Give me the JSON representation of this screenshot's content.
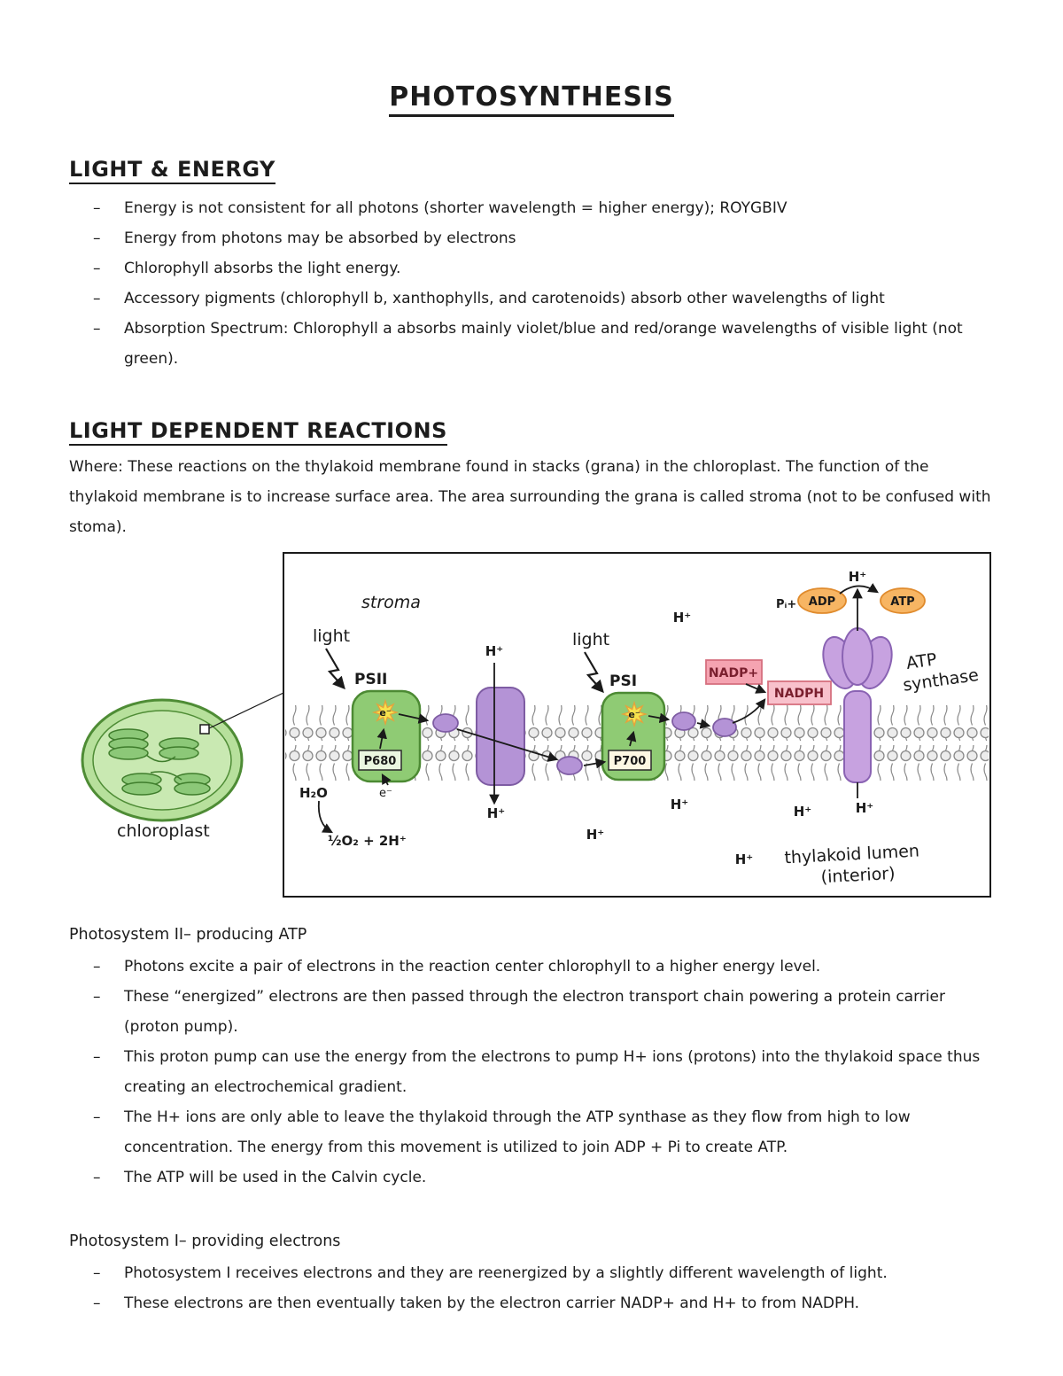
{
  "doc": {
    "title": "PHOTOSYNTHESIS",
    "bullet_dash": "–",
    "section1": {
      "heading": "LIGHT & ENERGY",
      "bullets": [
        "Energy is not consistent for all photons (shorter wavelength = higher energy); ROYGBIV",
        "Energy from photons may be absorbed by electrons",
        "Chlorophyll absorbs the light energy.",
        "Accessory pigments (chlorophyll b, xanthophylls, and carotenoids) absorb other wavelengths of light",
        "Absorption Spectrum: Chlorophyll a absorbs mainly violet/blue and red/orange wavelengths of visible light (not green)."
      ]
    },
    "section2": {
      "heading": "LIGHT DEPENDENT REACTIONS",
      "intro": "Where: These reactions on the thylakoid membrane found in stacks (grana) in the chloroplast. The function of the thylakoid membrane is to increase surface area. The area surrounding the grana is called stroma (not to be confused with stoma)."
    },
    "ps2": {
      "heading": "Photosystem II– producing ATP",
      "bullets": [
        "Photons excite a pair of electrons in the reaction center chlorophyll to a higher energy level.",
        "These “energized” electrons are then passed through the electron transport chain powering a protein carrier (proton pump).",
        "This proton pump can use the energy from the electrons to pump H+ ions (protons) into the thylakoid space thus creating an electrochemical gradient.",
        "The H+ ions are only able to leave the thylakoid through the ATP synthase as they flow from high to low concentration. The energy from this movement is utilized to join ADP + Pi to create ATP.",
        "The ATP will be used in the Calvin cycle."
      ]
    },
    "ps1": {
      "heading": "Photosystem I– providing electrons",
      "bullets": [
        "Photosystem I receives electrons and they are reenergized by a slightly different wavelength of light.",
        "These electrons are then eventually taken by the electron carrier NADP+ and H+ to from NADPH."
      ]
    }
  },
  "diagram": {
    "labels": {
      "stroma": "stroma",
      "light": "light",
      "psii": "PSII",
      "psi": "PSI",
      "p680": "P680",
      "p700": "P700",
      "electron": "e⁻",
      "hplus": "H⁺",
      "h2o": "H₂O",
      "water_products": "½O₂ + 2H⁺",
      "nadp": "NADP+",
      "nadph": "NADPH",
      "pi": "Pᵢ+",
      "adp": "ADP",
      "atp": "ATP",
      "atp_synthase_line1": "ATP",
      "atp_synthase_line2": "synthase",
      "lumen_line1": "thylakoid lumen",
      "lumen_line2": "(interior)",
      "chloroplast": "chloroplast"
    },
    "colors": {
      "photosystem_green": "#8fcb74",
      "protein_purple": "#b493d6",
      "nadp_pink": "#f5a3b1",
      "atp_orange": "#f7b563",
      "chloroplast_green": "#b7e09c"
    }
  }
}
